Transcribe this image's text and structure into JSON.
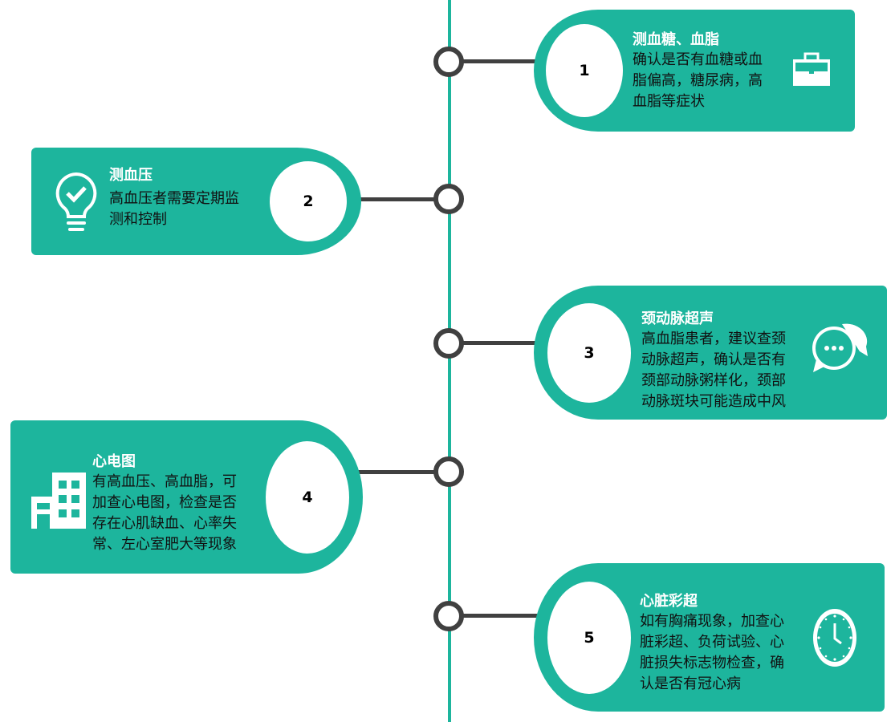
{
  "accent_color": "#1db59d",
  "steps": [
    {
      "number": "1",
      "title": "测血糖、血脂",
      "lines": [
        "确认是否有血糖或血",
        "脂偏高，糖尿病，高",
        "血脂等症状"
      ],
      "icon": "briefcase-icon"
    },
    {
      "number": "2",
      "title": "测血压",
      "lines": [
        "高血压者需要定期监",
        "测和控制"
      ],
      "icon": "lightbulb-check-icon"
    },
    {
      "number": "3",
      "title": "颈动脉超声",
      "lines": [
        "高血脂患者，建议查颈",
        "动脉超声，确认是否有",
        "颈部动脉粥样化，颈部",
        "动脉斑块可能造成中风"
      ],
      "icon": "chat-bubbles-icon"
    },
    {
      "number": "4",
      "title": "心电图",
      "lines": [
        "有高血压、高血脂，可",
        "加查心电图，检查是否",
        "存在心肌缺血、心率失",
        "常、左心室肥大等现象"
      ],
      "icon": "building-icon"
    },
    {
      "number": "5",
      "title": "心脏彩超",
      "lines": [
        "如有胸痛现象，加查心",
        "脏彩超、负荷试验、心",
        "脏损失标志物检查，确",
        "认是否有冠心病"
      ],
      "icon": "clock-icon"
    }
  ]
}
